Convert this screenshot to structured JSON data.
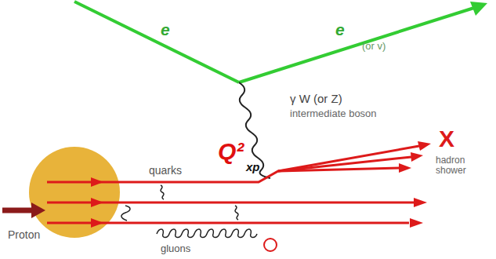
{
  "diagram": {
    "labels": [
      "e",
      "e",
      "(or v)",
      "γ W (or Z)",
      "intermediate boson",
      "Q²",
      "xp",
      "quarks",
      "X",
      "hadron shower",
      "Proton",
      "gluons"
    ]
  }
}
